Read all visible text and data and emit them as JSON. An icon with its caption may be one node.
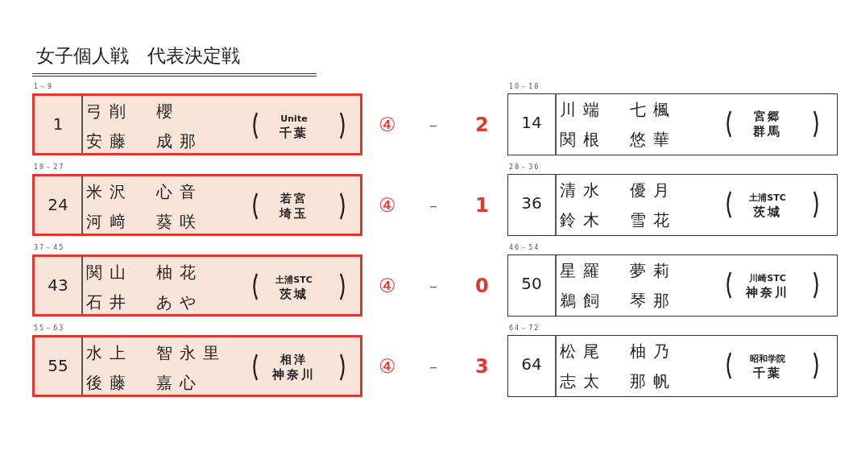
{
  "diagram": {
    "title": "女子個人戦　代表決定戦",
    "nodes": [
      {
        "text": [
          "1",
          "弓削　櫻",
          "安藤　成那",
          "Unite",
          "千葉"
        ],
        "beside": [
          "1～9"
        ]
      },
      {
        "text": [
          "14",
          "川端　七楓",
          "関根　悠華",
          "宮郷",
          "群馬"
        ],
        "beside": [
          "10～18"
        ]
      },
      {
        "text": [
          "24",
          "米沢　心音",
          "河﨑　葵咲",
          "若宮",
          "埼玉"
        ],
        "beside": [
          "19～27"
        ]
      },
      {
        "text": [
          "36",
          "清水　優月",
          "鈴木　雪花",
          "土浦STC",
          "茨城"
        ],
        "beside": [
          "28～36"
        ]
      },
      {
        "text": [
          "43",
          "関山　柚花",
          "石井　あや",
          "土浦STC",
          "茨城"
        ],
        "beside": [
          "37～45"
        ]
      },
      {
        "text": [
          "50",
          "星羅　夢莉",
          "鵜飼　琴那",
          "川崎STC",
          "神奈川"
        ],
        "beside": [
          "46～54"
        ]
      },
      {
        "text": [
          "55",
          "水上　智永里",
          "後藤　嘉心",
          "相洋",
          "神奈川"
        ],
        "beside": [
          "55～63"
        ]
      },
      {
        "text": [
          "64",
          "松尾　柚乃",
          "志太　那帆",
          "昭和学院",
          "千葉"
        ],
        "beside": [
          "64～72"
        ]
      }
    ],
    "labels": [
      "④",
      "–",
      "2",
      "④",
      "–",
      "1",
      "④",
      "–",
      "0",
      "④",
      "–",
      "3"
    ]
  }
}
